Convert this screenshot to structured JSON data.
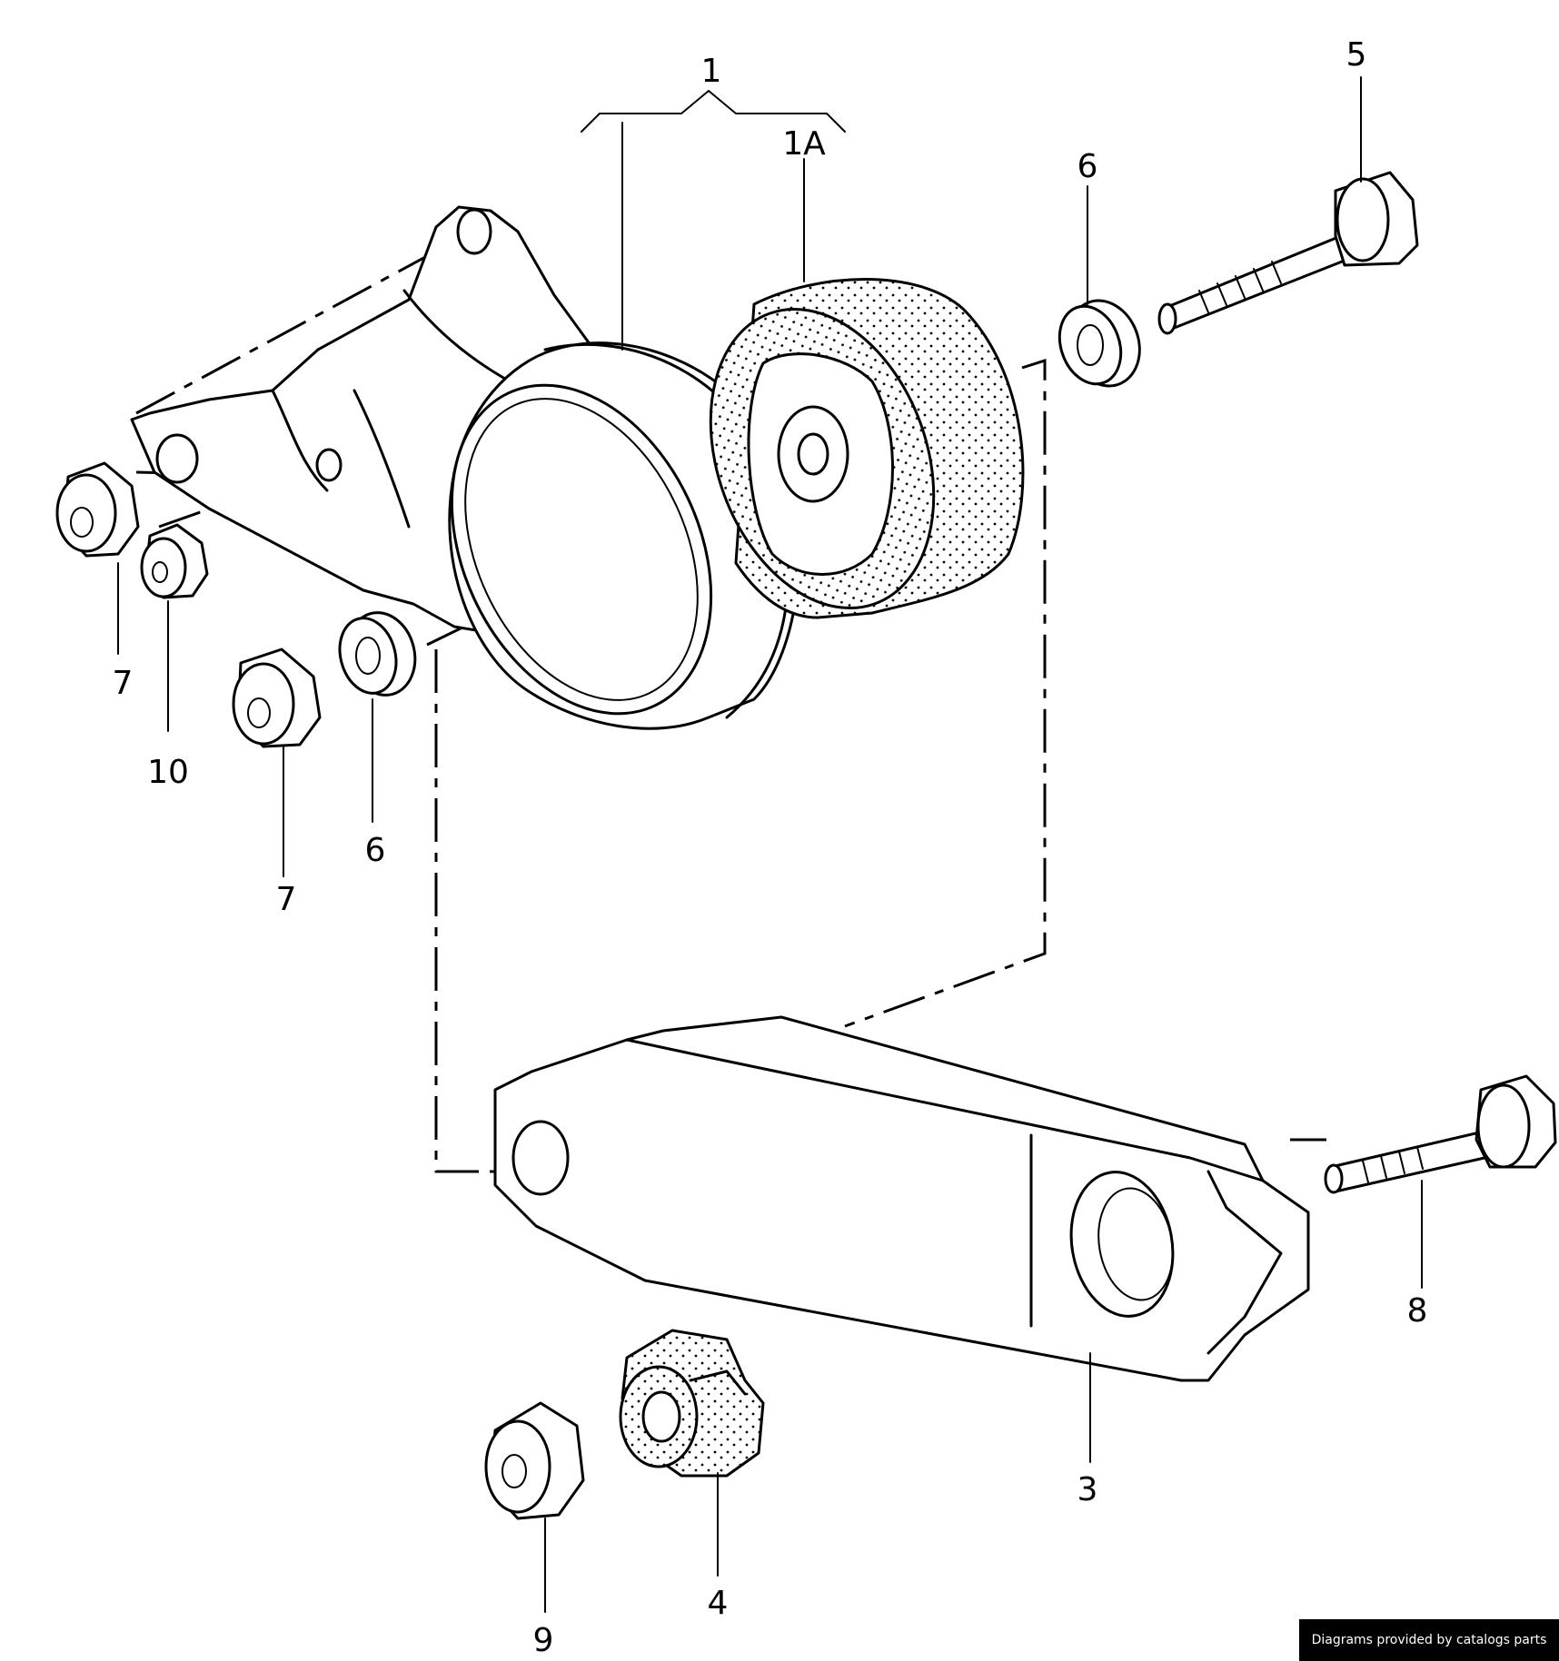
{
  "labels": {
    "part_1": "1",
    "part_1a": "1A",
    "part_3": "3",
    "part_4": "4",
    "part_5": "5",
    "part_6_top": "6",
    "part_6_mid": "6",
    "part_7_left": "7",
    "part_7_mid": "7",
    "part_8": "8",
    "part_9": "9",
    "part_10": "10"
  },
  "credit": "Diagrams provided by catalogs parts"
}
